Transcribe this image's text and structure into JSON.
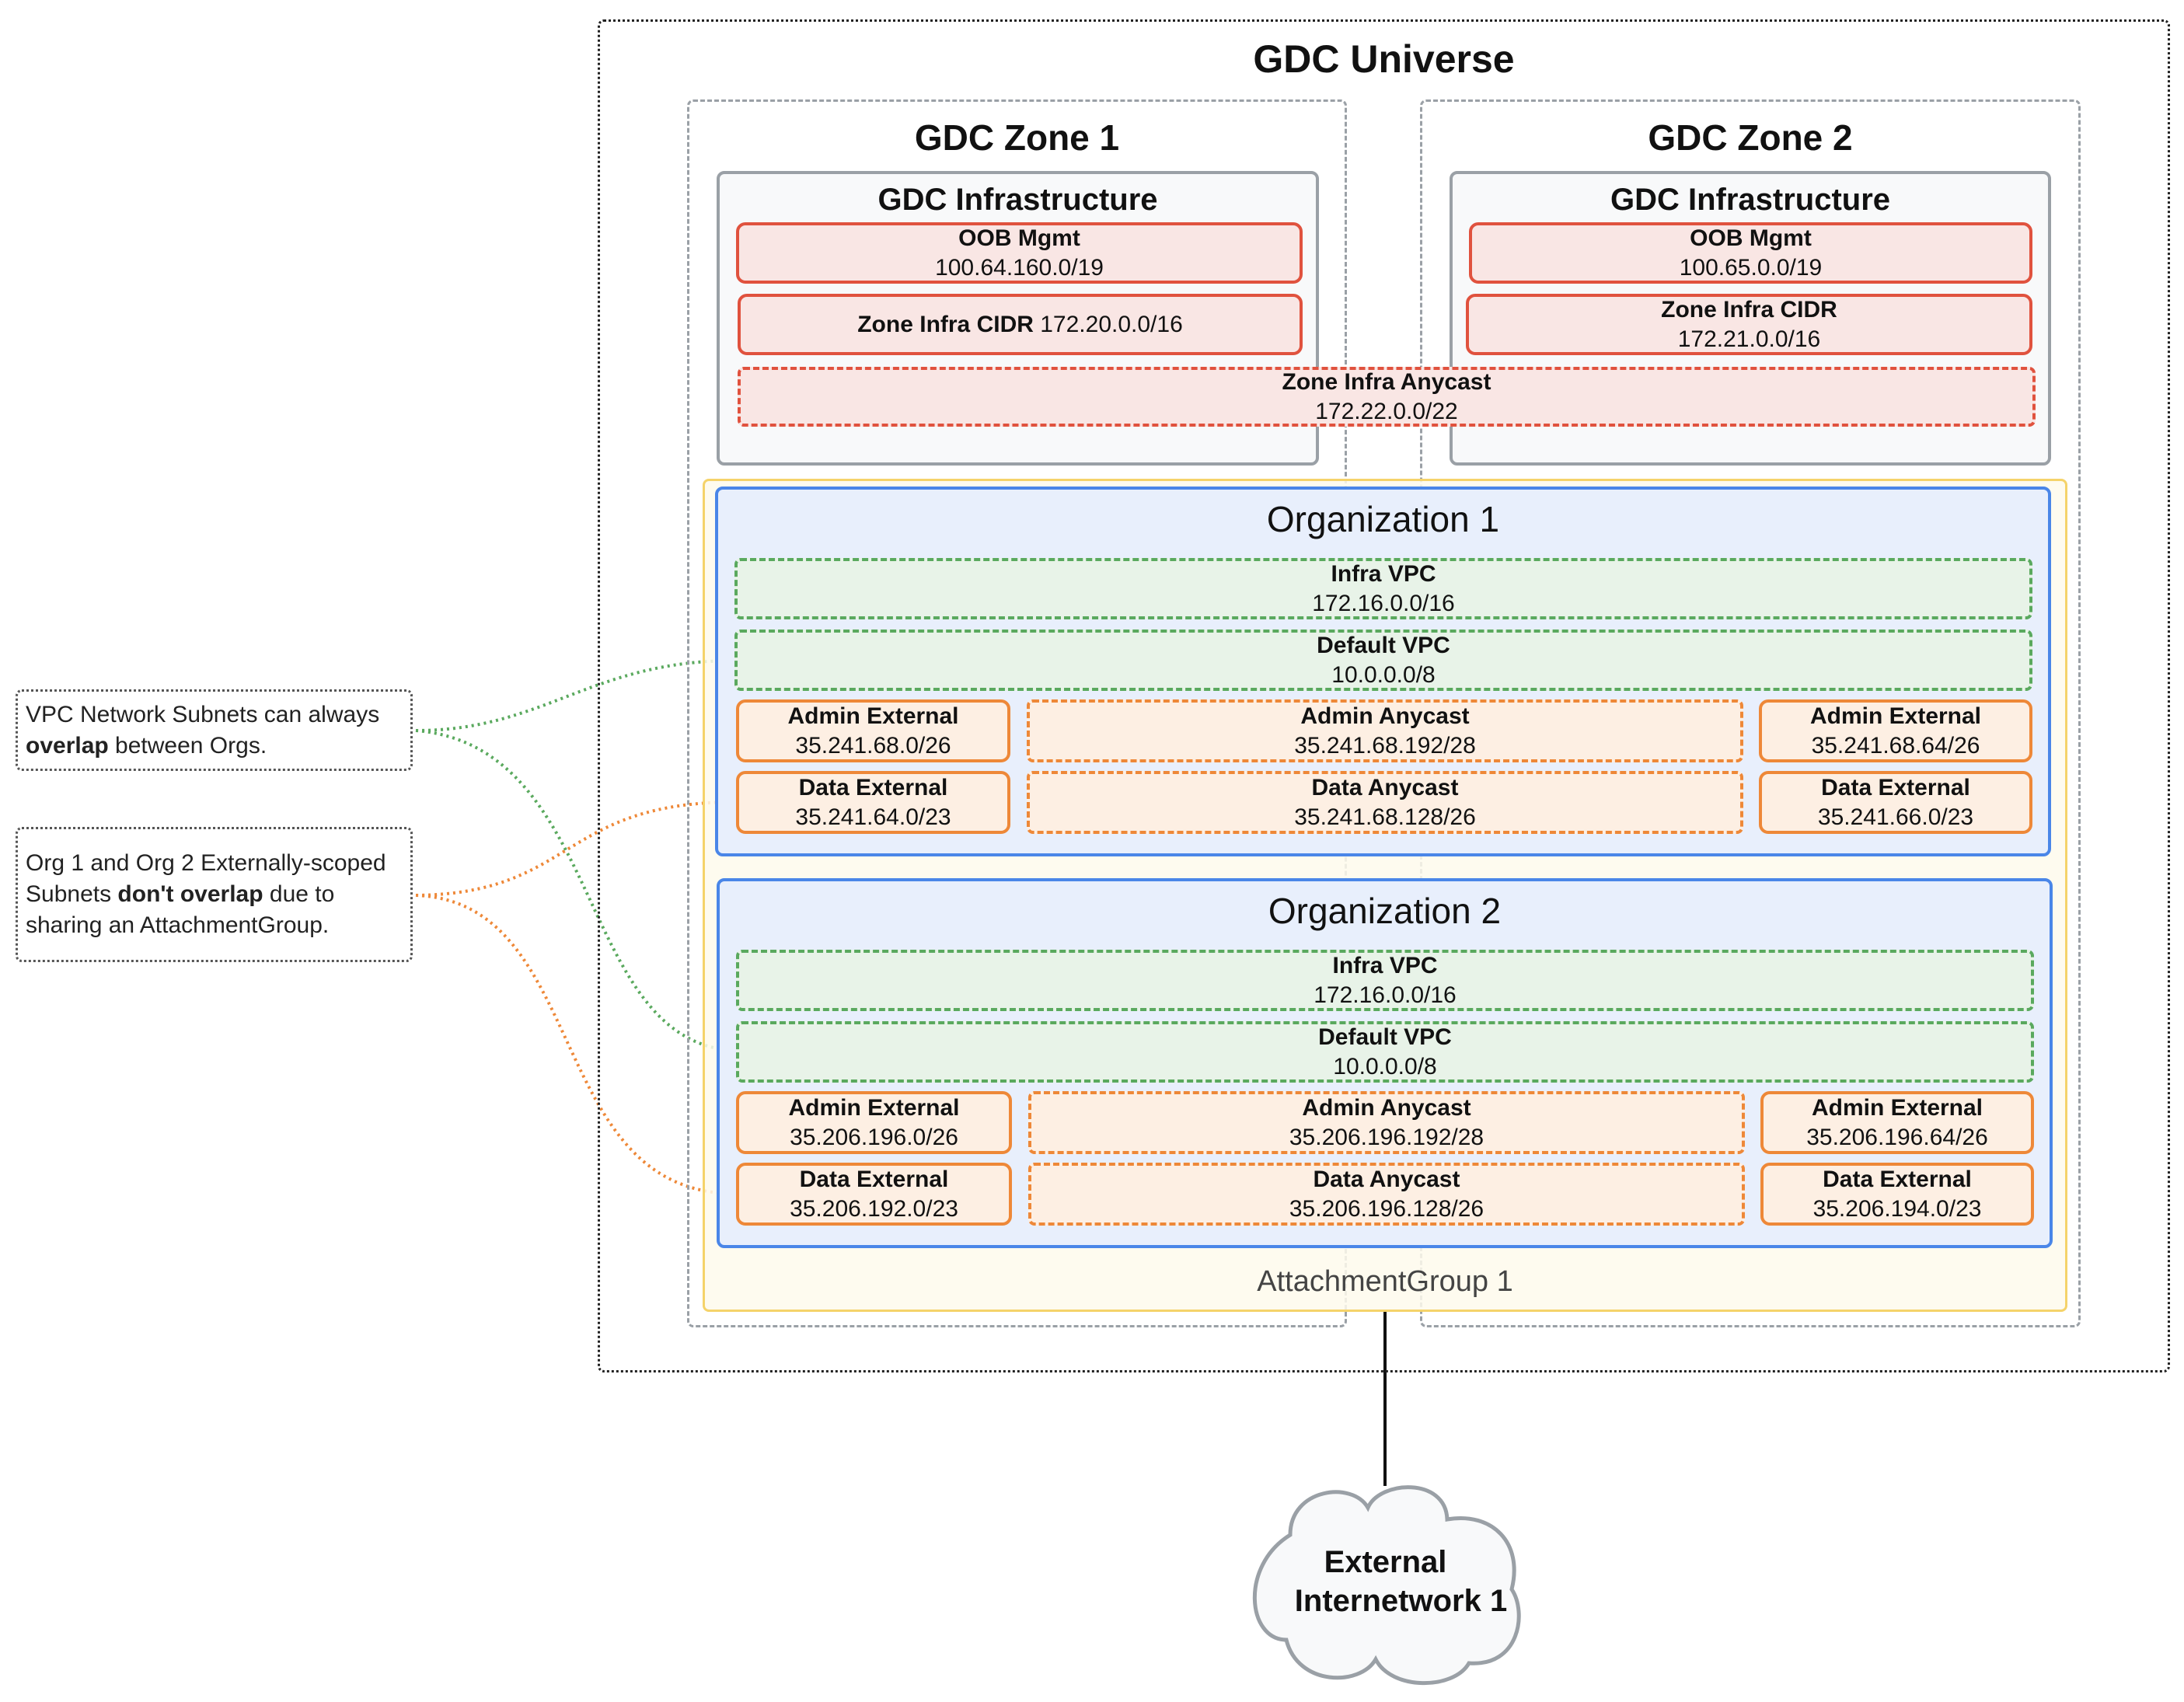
{
  "universe": {
    "title": "GDC Universe"
  },
  "zones": [
    {
      "title": "GDC Zone 1",
      "infra": {
        "title": "GDC Infrastructure",
        "oob": {
          "label": "OOB Mgmt",
          "cidr": "100.64.160.0/19"
        },
        "zone_cidr": {
          "label": "Zone Infra CIDR",
          "cidr": "172.20.0.0/16"
        }
      }
    },
    {
      "title": "GDC Zone 2",
      "infra": {
        "title": "GDC Infrastructure",
        "oob": {
          "label": "OOB Mgmt",
          "cidr": "100.65.0.0/19"
        },
        "zone_cidr": {
          "label": "Zone Infra CIDR",
          "cidr": "172.21.0.0/16"
        }
      }
    }
  ],
  "zone_anycast": {
    "label": "Zone Infra Anycast",
    "cidr": "172.22.0.0/22"
  },
  "attachment_group": {
    "label": "AttachmentGroup 1"
  },
  "orgs": [
    {
      "title": "Organization 1",
      "infra_vpc": {
        "label": "Infra VPC",
        "cidr": "172.16.0.0/16"
      },
      "default_vpc": {
        "label": "Default VPC",
        "cidr": "10.0.0.0/8"
      },
      "admin_ext_1": {
        "label": "Admin External",
        "cidr": "35.241.68.0/26"
      },
      "admin_anycast": {
        "label": "Admin Anycast",
        "cidr": "35.241.68.192/28"
      },
      "admin_ext_2": {
        "label": "Admin External",
        "cidr": "35.241.68.64/26"
      },
      "data_ext_1": {
        "label": "Data External",
        "cidr": "35.241.64.0/23"
      },
      "data_anycast": {
        "label": "Data Anycast",
        "cidr": "35.241.68.128/26"
      },
      "data_ext_2": {
        "label": "Data External",
        "cidr": "35.241.66.0/23"
      }
    },
    {
      "title": "Organization 2",
      "infra_vpc": {
        "label": "Infra VPC",
        "cidr": "172.16.0.0/16"
      },
      "default_vpc": {
        "label": "Default VPC",
        "cidr": "10.0.0.0/8"
      },
      "admin_ext_1": {
        "label": "Admin External",
        "cidr": "35.206.196.0/26"
      },
      "admin_anycast": {
        "label": "Admin Anycast",
        "cidr": "35.206.196.192/28"
      },
      "admin_ext_2": {
        "label": "Admin External",
        "cidr": "35.206.196.64/26"
      },
      "data_ext_1": {
        "label": "Data External",
        "cidr": "35.206.192.0/23"
      },
      "data_anycast": {
        "label": "Data Anycast",
        "cidr": "35.206.196.128/26"
      },
      "data_ext_2": {
        "label": "Data External",
        "cidr": "35.206.194.0/23"
      }
    }
  ],
  "notes": [
    {
      "pre": "VPC Network Subnets can always ",
      "bold": "overlap",
      "post": " between Orgs."
    },
    {
      "pre": "Org 1 and Org 2 Externally-scoped Subnets ",
      "bold": "don't overlap",
      "post": " due to sharing an AttachmentGroup."
    }
  ],
  "external": {
    "line1": "External",
    "line2": "Internetwork 1"
  },
  "colors": {
    "infra_red": "#e0523e",
    "vpc_green": "#5aa95e",
    "external_orange": "#ee8838",
    "org_blue": "#4a86e8",
    "attachment_yellow": "#f5d36a"
  }
}
